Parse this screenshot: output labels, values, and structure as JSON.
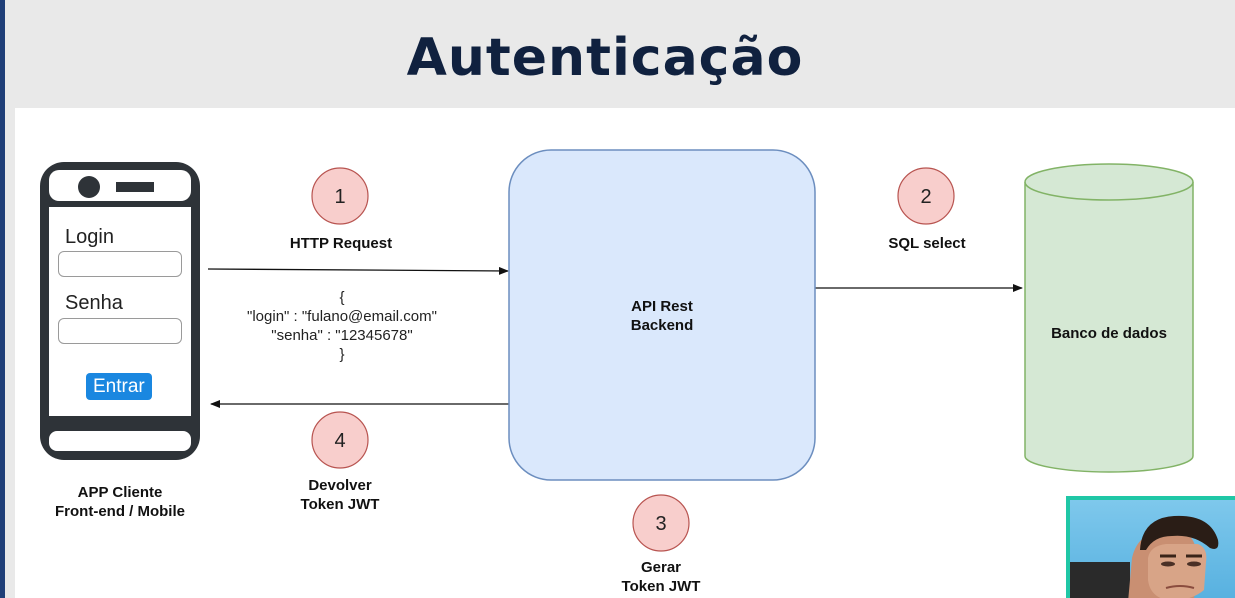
{
  "title": "Autenticação",
  "client": {
    "label_line1": "APP Cliente",
    "label_line2": "Front-end / Mobile",
    "login_label": "Login",
    "senha_label": "Senha",
    "login_value": "",
    "senha_value": "",
    "button_label": "Entrar"
  },
  "steps": [
    {
      "number": "1",
      "line1": "HTTP Request",
      "line2": ""
    },
    {
      "number": "2",
      "line1": "SQL select",
      "line2": ""
    },
    {
      "number": "3",
      "line1": "Gerar",
      "line2": "Token JWT"
    },
    {
      "number": "4",
      "line1": "Devolver",
      "line2": "Token JWT"
    }
  ],
  "request_body": [
    "{",
    "\"login\" : \"fulano@email.com\"",
    "\"senha\" : \"12345678\"",
    "}"
  ],
  "api": {
    "line1": "API Rest",
    "line2": "Backend"
  },
  "database": {
    "label": "Banco de dados"
  },
  "colors": {
    "step_fill": "#f8cecc",
    "step_stroke": "#b85450",
    "api_fill": "#dae8fc",
    "api_stroke": "#6c8ebf",
    "db_fill": "#d5e8d4",
    "db_stroke": "#82b366",
    "title": "#10213f",
    "button": "#1a87e0",
    "phone": "#2e3338"
  }
}
